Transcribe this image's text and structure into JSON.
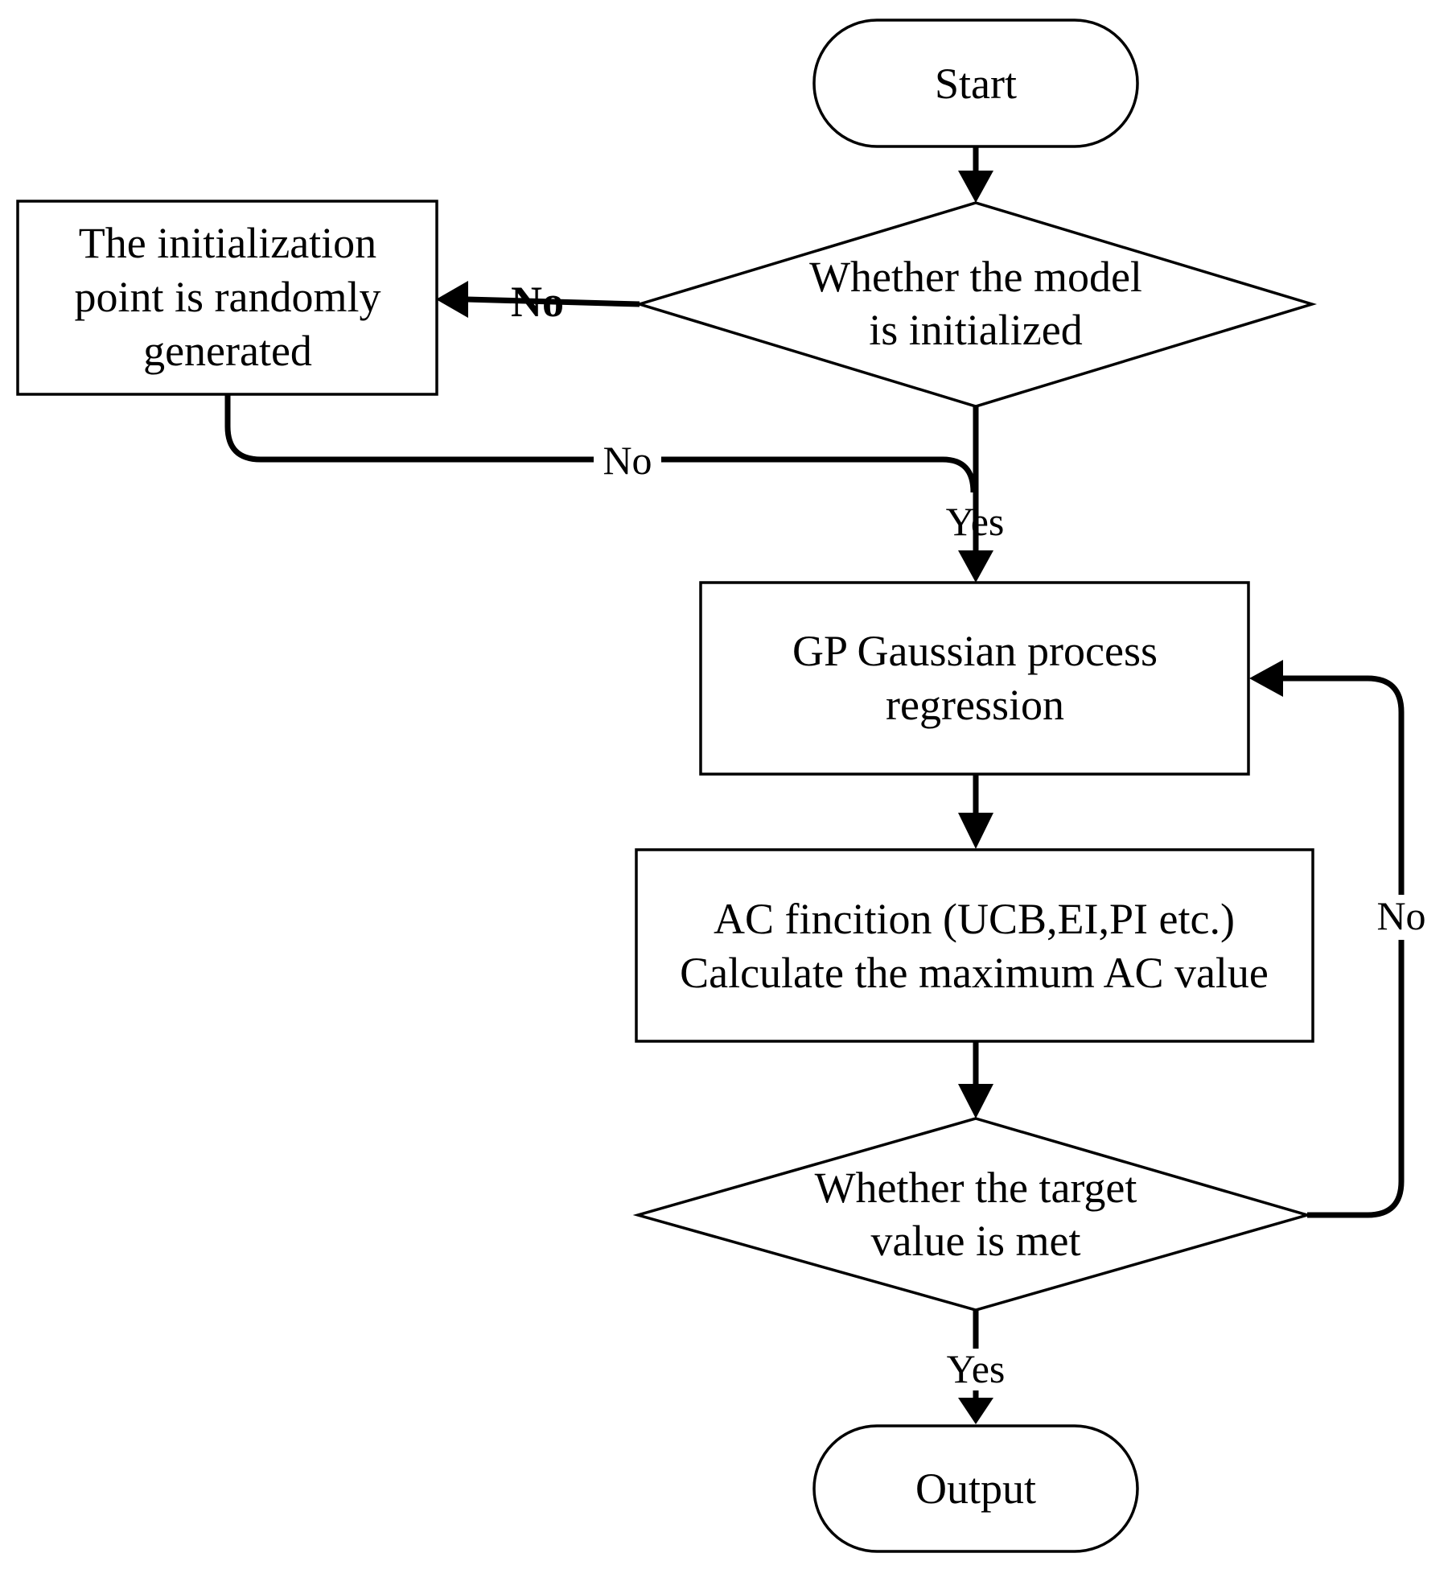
{
  "nodes": {
    "start": {
      "lines": [
        "Start"
      ]
    },
    "init_decision": {
      "lines": [
        "Whether the model",
        "is initialized"
      ]
    },
    "random_init": {
      "lines": [
        "The initialization",
        "point is randomly",
        "generated"
      ]
    },
    "gp": {
      "lines": [
        "GP Gaussian process",
        "regression"
      ]
    },
    "ac": {
      "lines": [
        "AC fincition (UCB,EI,PI etc.)",
        "Calculate the maximum AC value"
      ]
    },
    "target_decision": {
      "lines": [
        "Whether the target",
        "value is met"
      ]
    },
    "output": {
      "lines": [
        "Output"
      ]
    }
  },
  "edges": {
    "init_no": "No",
    "random_no": "No",
    "init_yes": "Yes",
    "target_no": "No",
    "target_yes": "Yes"
  }
}
